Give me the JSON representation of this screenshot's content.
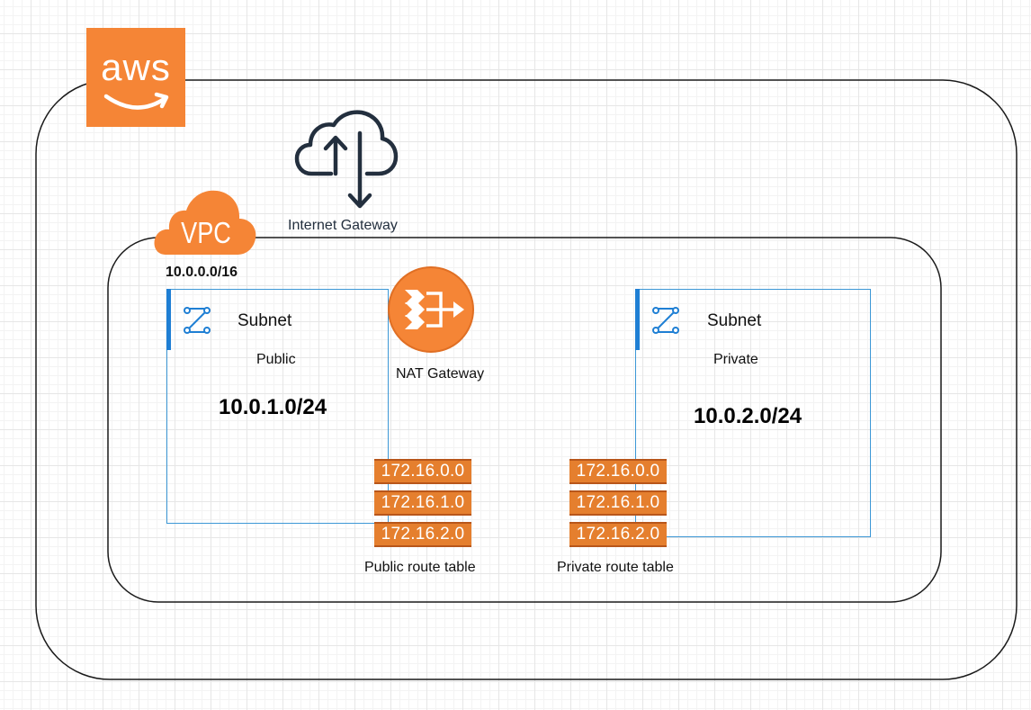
{
  "aws_logo": {
    "text": "aws",
    "bg_color": "#f58536"
  },
  "internet_gateway": {
    "label": "Internet Gateway",
    "icon": "cloud-upload-download-icon"
  },
  "vpc": {
    "badge": "VPC",
    "cidr": "10.0.0.0/16",
    "badge_color": "#f58536"
  },
  "nat_gateway": {
    "label": "NAT Gateway",
    "icon": "nat-gateway-icon",
    "color": "#f58536"
  },
  "subnets": [
    {
      "title": "Subnet",
      "type": "Public",
      "cidr": "10.0.1.0/24",
      "icon": "subnet-icon"
    },
    {
      "title": "Subnet",
      "type": "Private",
      "cidr": "10.0.2.0/24",
      "icon": "subnet-icon"
    }
  ],
  "route_tables": [
    {
      "label": "Public route table",
      "rows": [
        "172.16.0.0",
        "172.16.1.0",
        "172.16.2.0"
      ]
    },
    {
      "label": "Private route table",
      "rows": [
        "172.16.0.0",
        "172.16.1.0",
        "172.16.2.0"
      ]
    }
  ],
  "colors": {
    "outline": "#1a1a1a",
    "subnet_border": "#3c97d6",
    "route_table": "#e57f2e",
    "text": "#232f3e"
  }
}
